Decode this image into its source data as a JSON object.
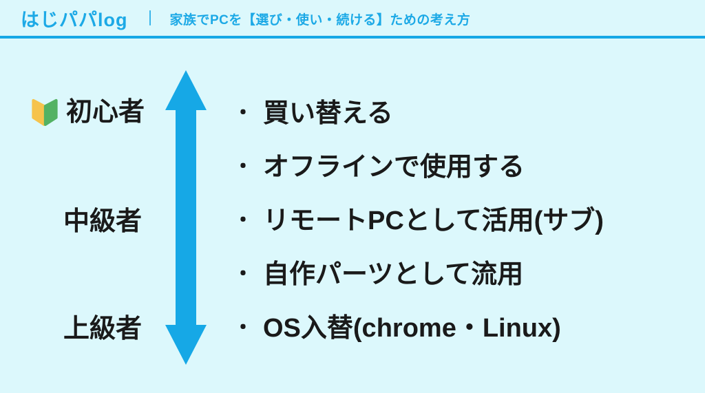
{
  "colors": {
    "background": "#dcf8fc",
    "accent_blue": "#16a8e6",
    "text": "#1a1a1a",
    "beginner_icon_yellow": "#f6c34c",
    "beginner_icon_green": "#53b263"
  },
  "header": {
    "logo": "はじパパlog",
    "separator": "｜",
    "subtitle": "家族でPCを【選び・使い・続ける】ための考え方"
  },
  "diagram": {
    "bullet_char": "・",
    "levels": [
      {
        "label": "初心者"
      },
      {
        "label": "中級者"
      },
      {
        "label": "上級者"
      }
    ],
    "items": [
      "買い替える",
      "オフラインで使用する",
      "リモートPCとして活用(サブ)",
      "自作パーツとして流用",
      "OS入替(chrome・Linux)"
    ]
  }
}
